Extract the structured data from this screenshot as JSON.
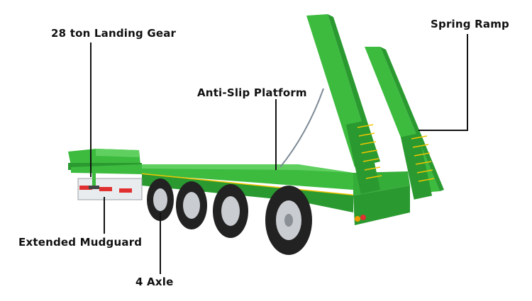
{
  "labels": {
    "landing_gear": "28 ton Landing Gear",
    "spring_ramp": "Spring Ramp",
    "anti_slip_platform": "Anti-Slip Platform",
    "extended_mudguard": "Extended Mudguard",
    "axle": "4 Axle"
  },
  "colors": {
    "trailer_green": "#3dbb3f",
    "trailer_dark_green": "#2a9a30",
    "trailer_light_green": "#5fd05f",
    "stripe_yellow": "#f2c400",
    "tire": "#222222",
    "rim": "#c9ccd0",
    "leader_line": "#111111"
  },
  "icons": [
    "lowbed-trailer-illustration"
  ]
}
